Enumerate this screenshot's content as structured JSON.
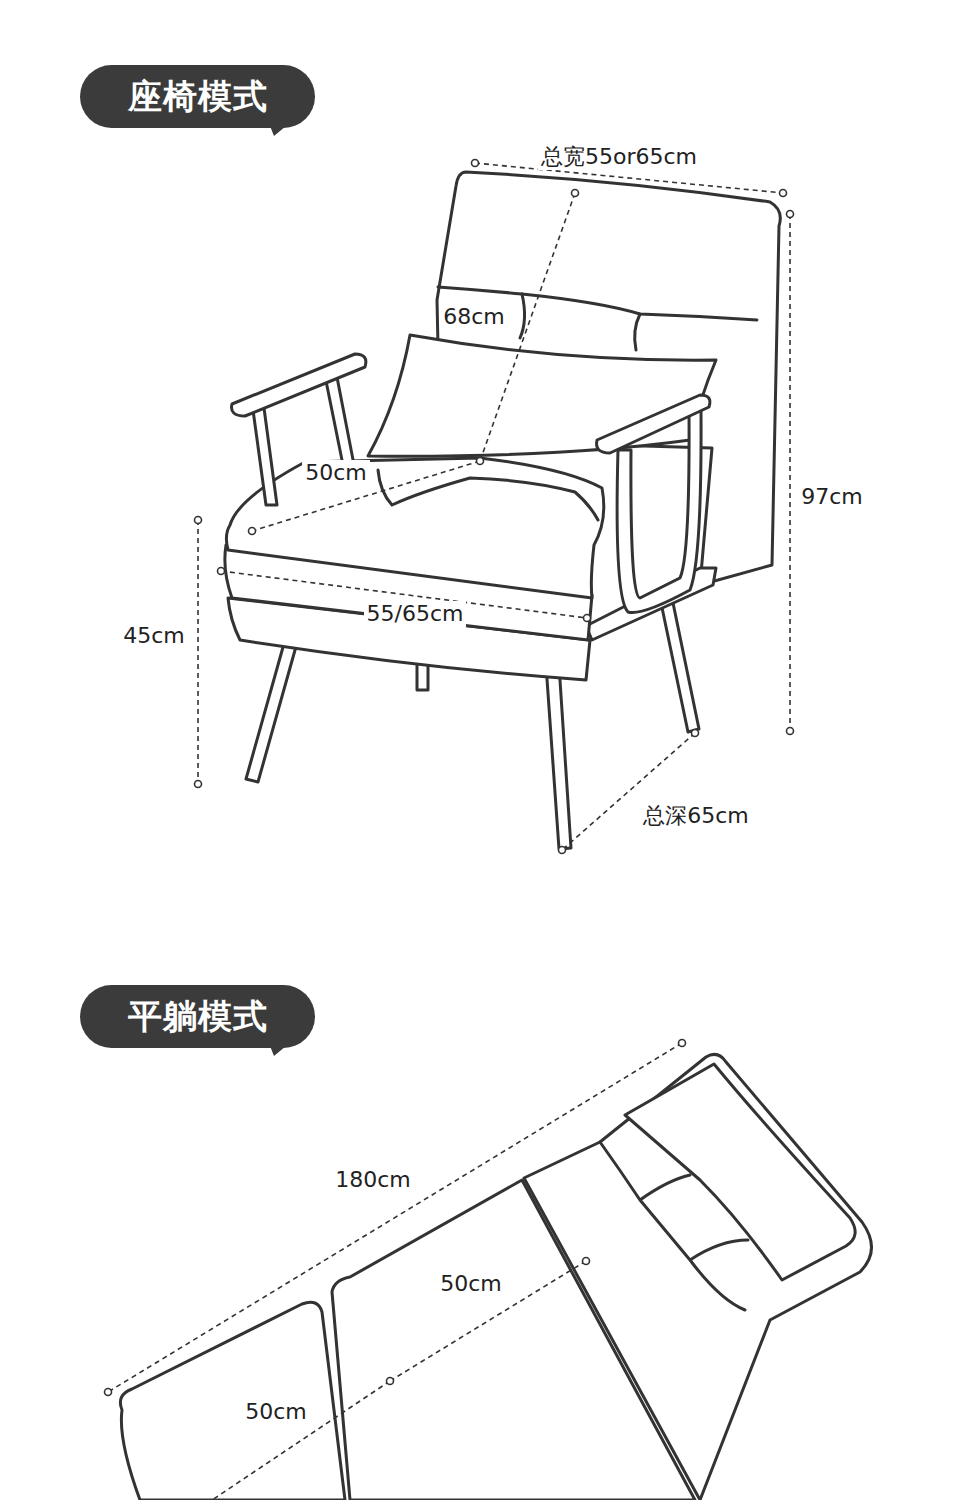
{
  "diagram": {
    "nodes": [
      {
        "text": [
          "座椅模式"
        ]
      },
      {
        "text": [
          "平躺模式"
        ]
      }
    ],
    "labels": [
      "总宽55or65cm",
      "68cm",
      "50cm",
      "97cm",
      "45cm",
      "55/65cm",
      "总深65cm",
      "180cm",
      "50cm",
      "50cm"
    ]
  }
}
